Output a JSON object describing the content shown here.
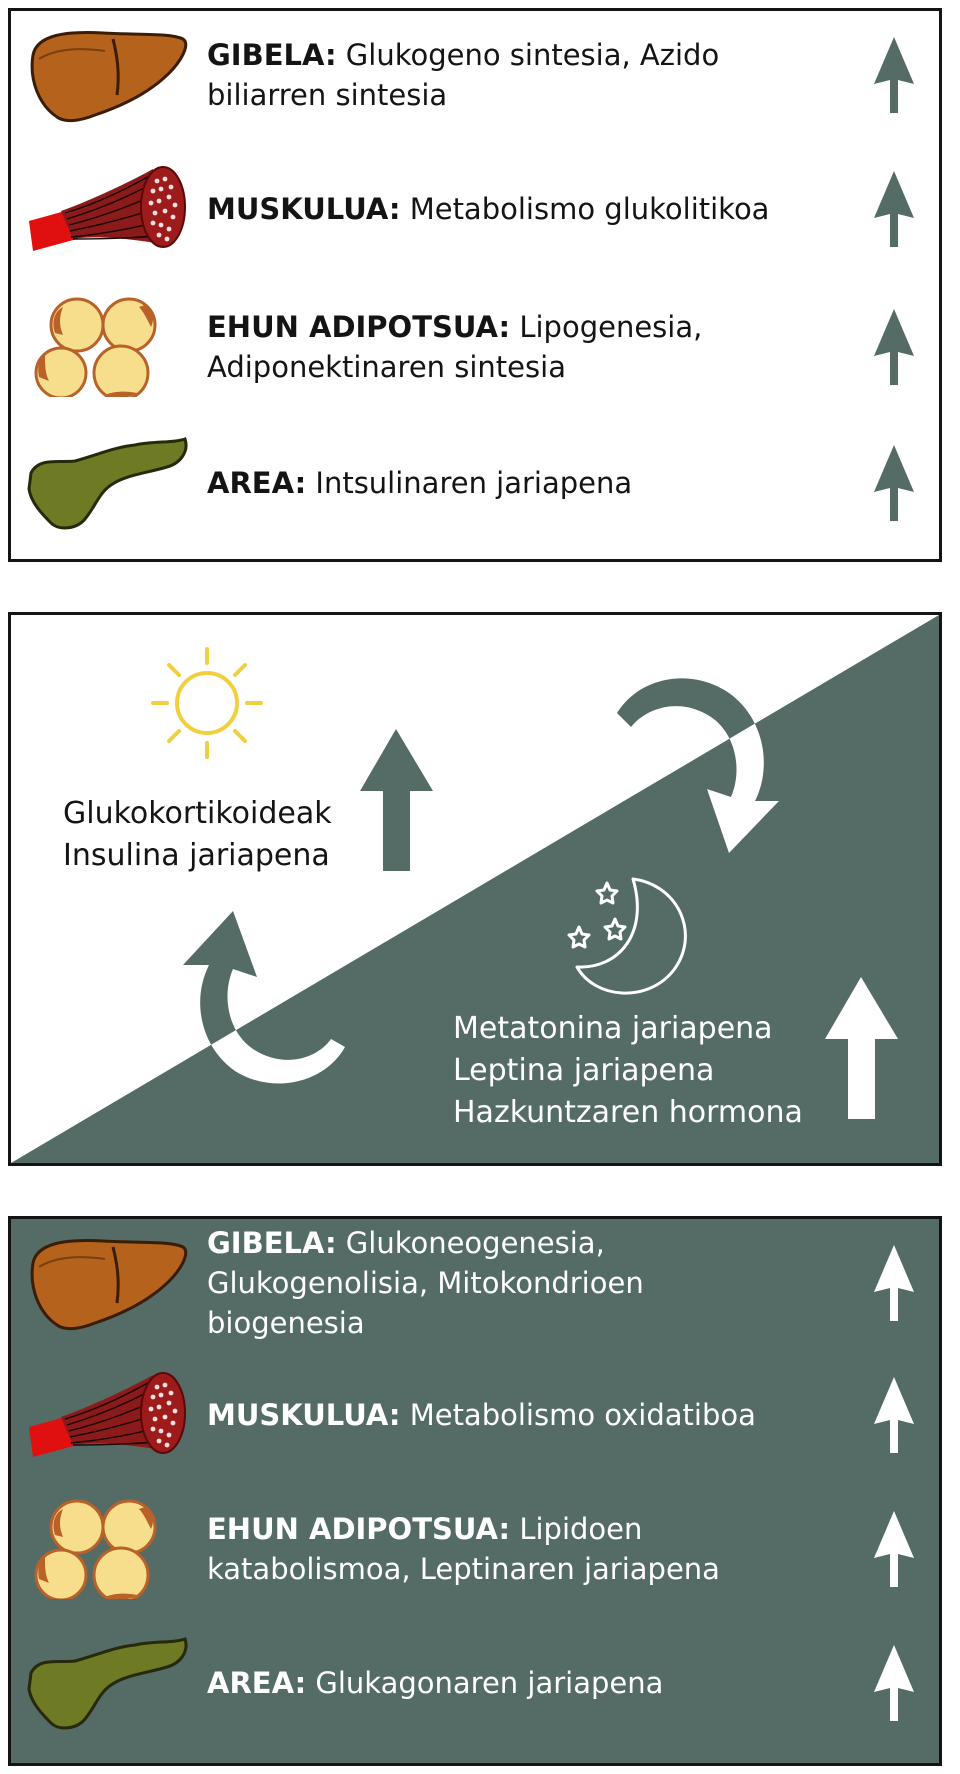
{
  "day_organs": {
    "rows": [
      {
        "organ": "GIBELA:",
        "desc": "Glukogeno sintesia, Azido biliarren sintesia",
        "icon": "liver-icon"
      },
      {
        "organ": "MUSKULUA:",
        "desc": "Metabolismo glukolitikoa",
        "icon": "muscle-icon"
      },
      {
        "organ": "EHUN ADIPOTSUA:",
        "desc": "Lipogenesia, Adiponektinaren sintesia",
        "icon": "adipose-tissue-icon"
      },
      {
        "organ": "AREA:",
        "desc": "Intsulinaren jariapena",
        "icon": "pancreas-icon"
      }
    ]
  },
  "cycle": {
    "day_lines": [
      "Glukokortikoideak",
      "Insulina jariapena"
    ],
    "night_lines": [
      "Metatonina jariapena",
      "Leptina jariapena",
      "Hazkuntzaren hormona"
    ],
    "day_icon": "sun-icon",
    "night_icon": "moon-stars-icon"
  },
  "night_organs": {
    "rows": [
      {
        "organ": "GIBELA:",
        "desc": "Glukoneogenesia, Glukogenolisia, Mitokondrioen biogenesia",
        "icon": "liver-icon"
      },
      {
        "organ": "MUSKULUA:",
        "desc": "Metabolismo oxidatiboa",
        "icon": "muscle-icon"
      },
      {
        "organ": "EHUN ADIPOTSUA:",
        "desc": "Lipidoen katabolismoa, Leptinaren jariapena",
        "icon": "adipose-tissue-icon"
      },
      {
        "organ": "AREA:",
        "desc": "Glukagonaren jariapena",
        "icon": "pancreas-icon"
      }
    ]
  },
  "colors": {
    "slate_green": "#546b66",
    "liver_brown": "#b4621c",
    "muscle_red": "#8b1a1a",
    "tendon_red": "#e01010",
    "fat_yellow": "#f7de8c",
    "fat_nucleus": "#b8622a",
    "pancreas_olive": "#6f7a25",
    "sun_yellow": "#f2cf3f"
  }
}
